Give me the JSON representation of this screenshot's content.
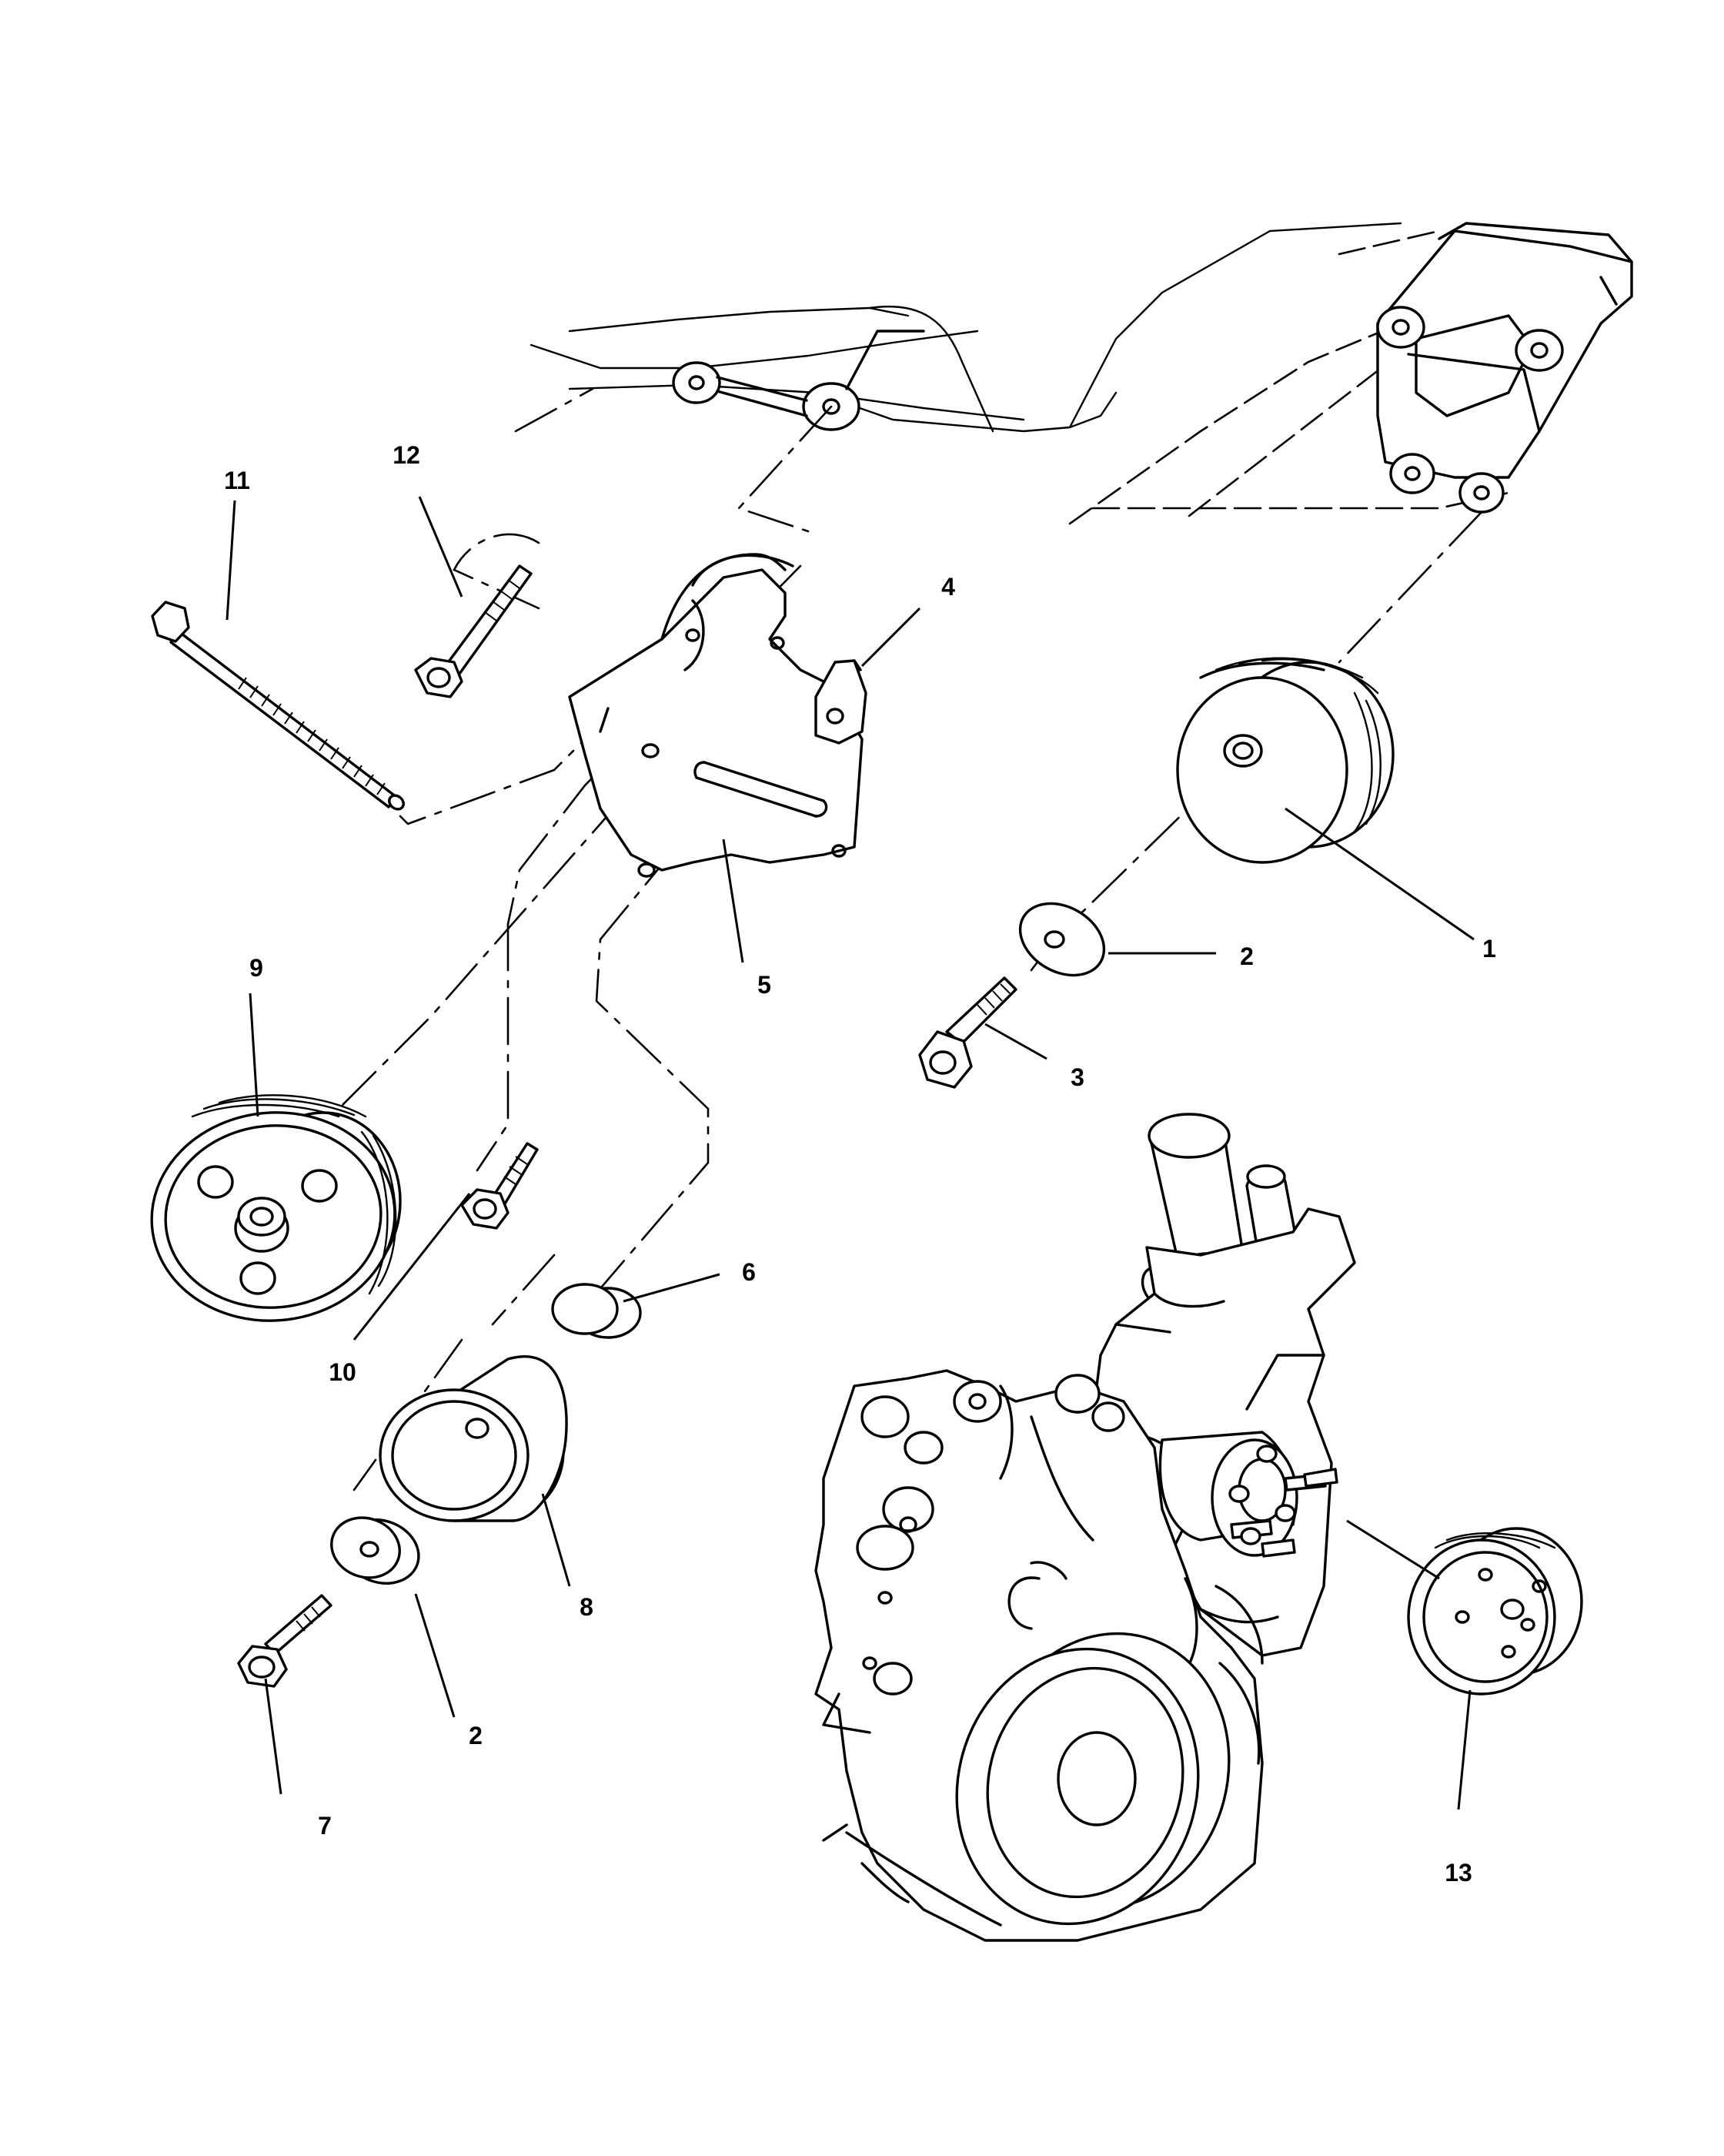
{
  "diagram": {
    "callouts": [
      {
        "id": "callout-1",
        "text": "1"
      },
      {
        "id": "callout-2a",
        "text": "2"
      },
      {
        "id": "callout-2b",
        "text": "2"
      },
      {
        "id": "callout-3",
        "text": "3"
      },
      {
        "id": "callout-4",
        "text": "4"
      },
      {
        "id": "callout-5",
        "text": "5"
      },
      {
        "id": "callout-6",
        "text": "6"
      },
      {
        "id": "callout-7",
        "text": "7"
      },
      {
        "id": "callout-8",
        "text": "8"
      },
      {
        "id": "callout-9",
        "text": "9"
      },
      {
        "id": "callout-10",
        "text": "10"
      },
      {
        "id": "callout-11",
        "text": "11"
      },
      {
        "id": "callout-12",
        "text": "12"
      },
      {
        "id": "callout-13",
        "text": "13"
      }
    ]
  }
}
